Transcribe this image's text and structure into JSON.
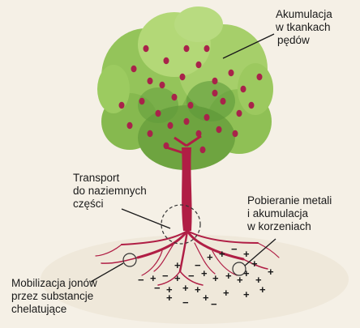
{
  "labels": {
    "accumulation_shoots": [
      "Akumulacja",
      "w tkankach",
      "pędów"
    ],
    "transport": [
      "Transport",
      "do naziemnych",
      "części"
    ],
    "uptake_roots": [
      "Pobieranie metali",
      "i akumulacja",
      "w korzeniach"
    ],
    "mobilization": [
      "Mobilizacja jonów",
      "przez substancje",
      "chelatujące"
    ]
  },
  "ion_signs": {
    "plus": "+",
    "minus": "−"
  },
  "colors": {
    "background": "#f5f0e6",
    "foliage_light": "#a6cf6a",
    "foliage_dark": "#5e9a3a",
    "fruit": "#a8234a",
    "trunk": "#b01e45",
    "text": "#1a1a1a"
  }
}
